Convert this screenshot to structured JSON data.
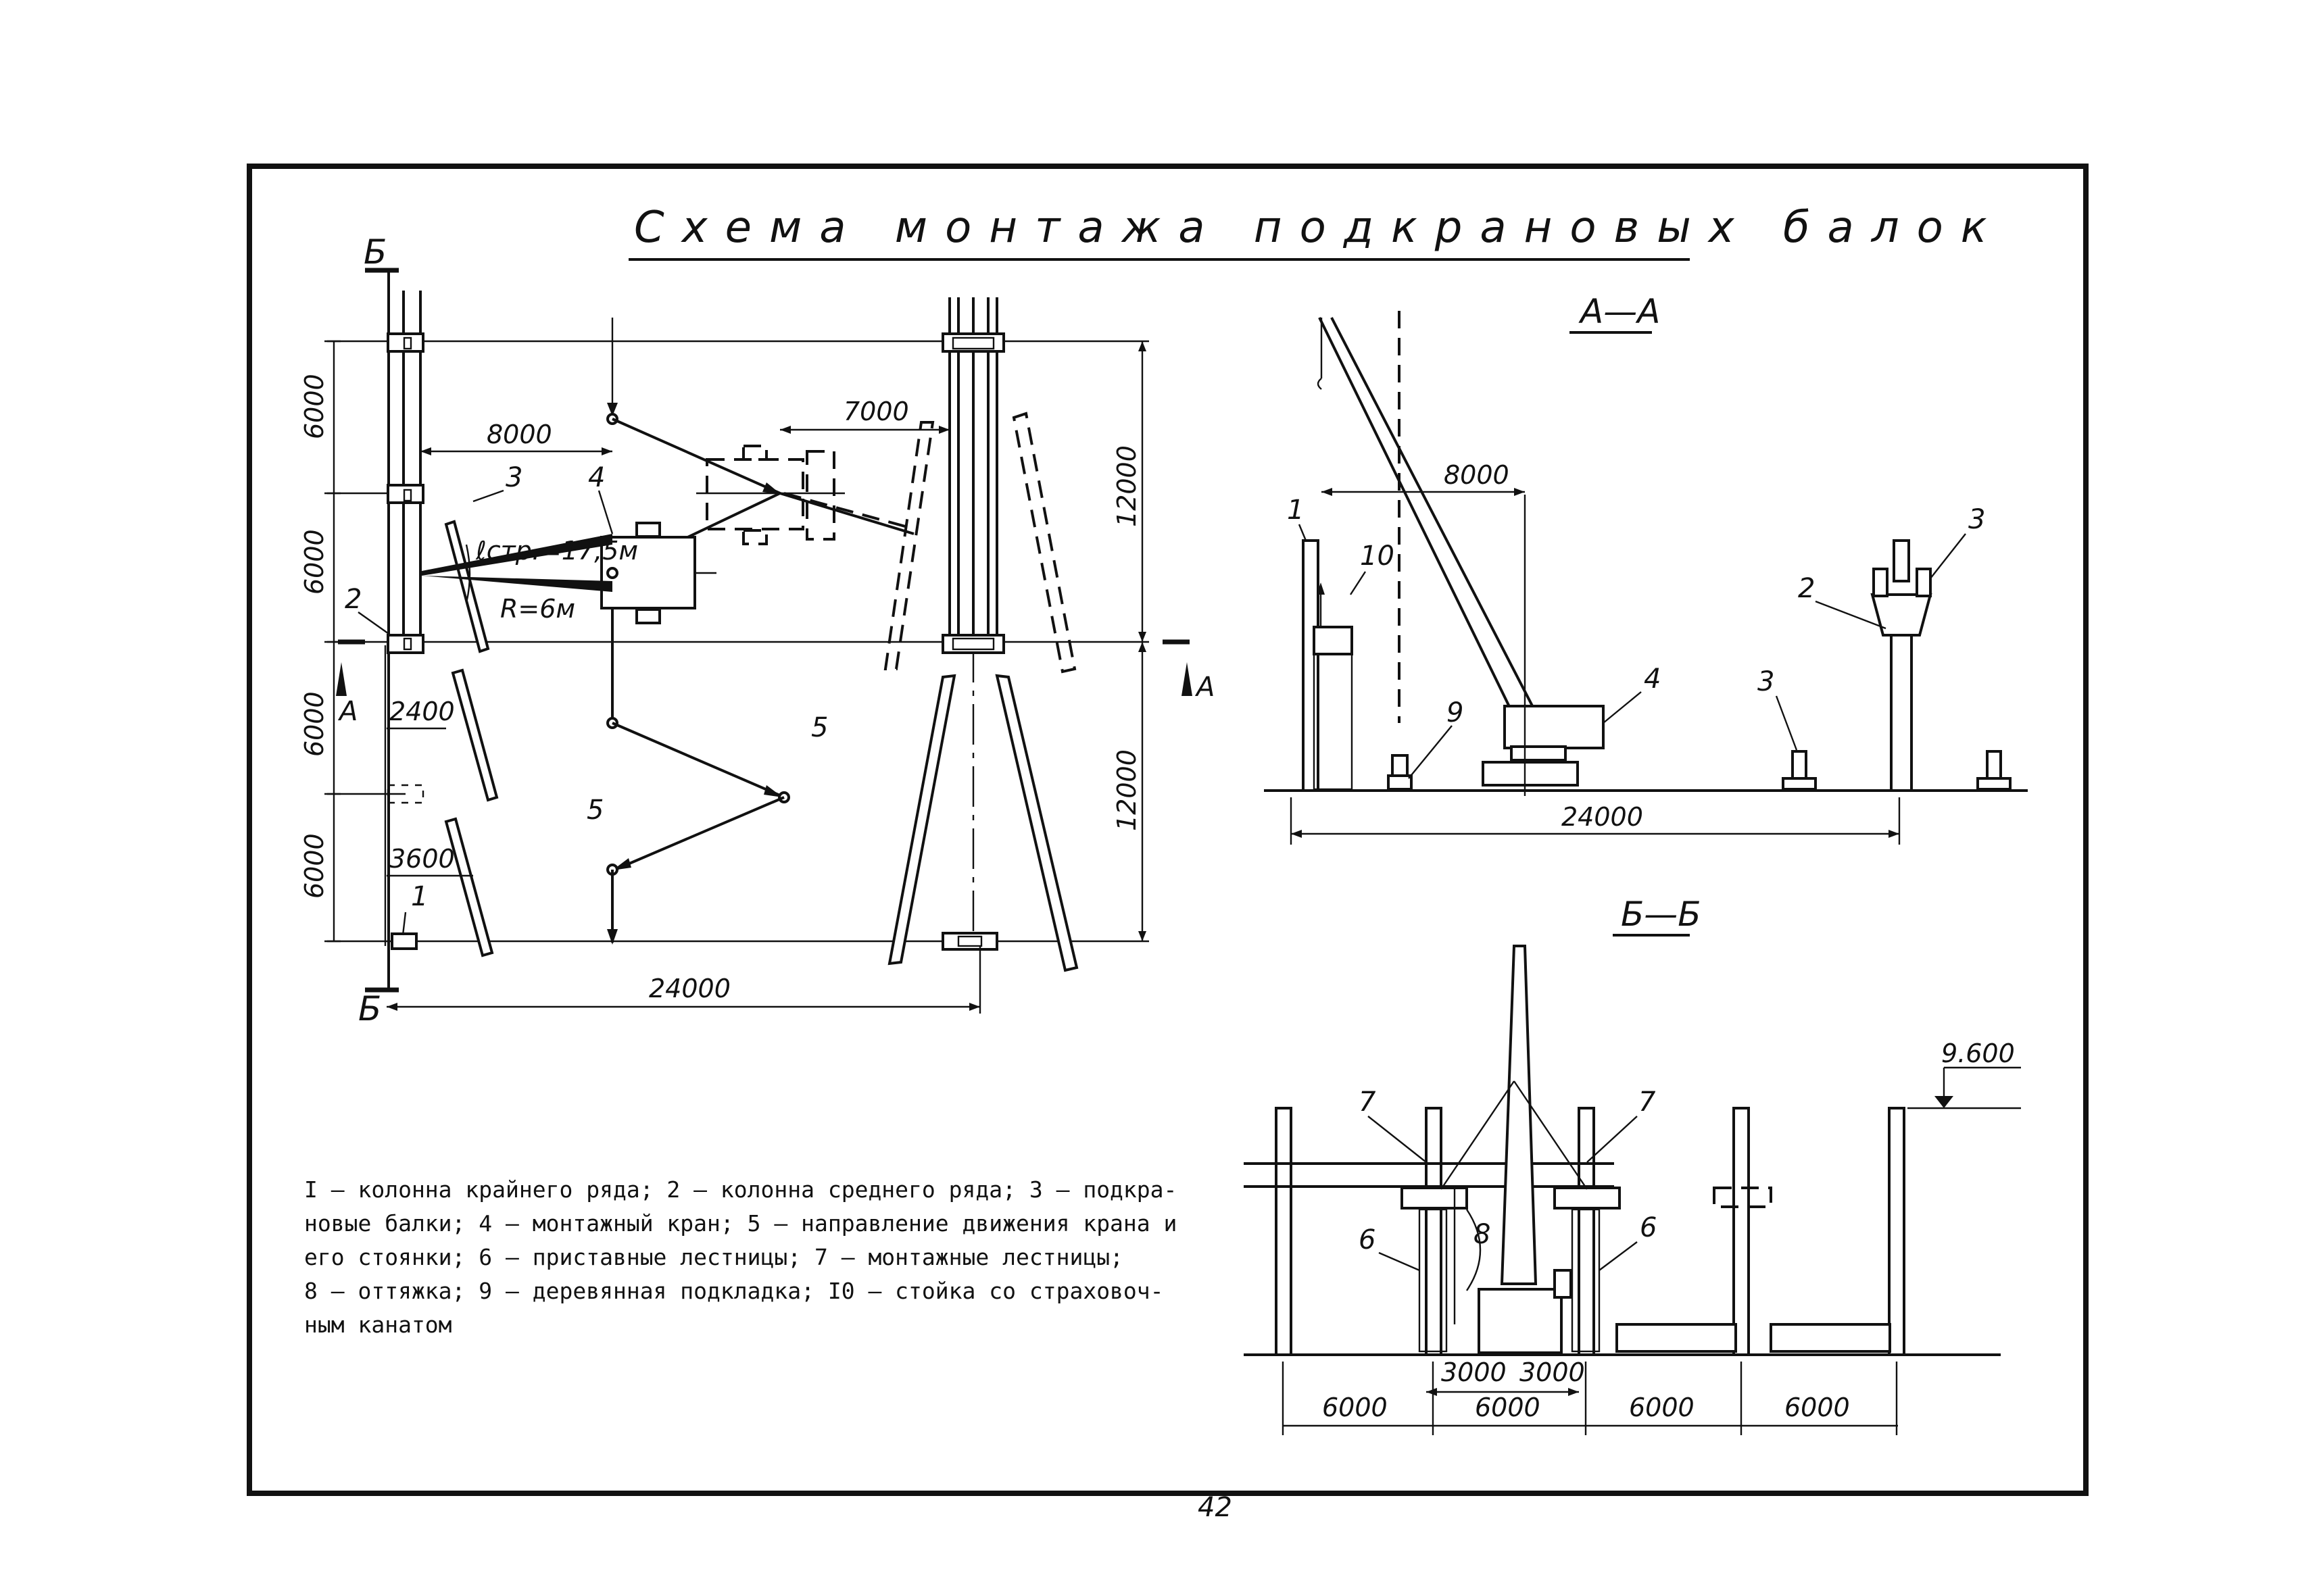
{
  "title": "Схема монтажа подкрановых балок",
  "plan": {
    "section_mark_b": "Б",
    "section_mark_a": "А",
    "dims": {
      "d8000": "8000",
      "d7000": "7000",
      "d6000_1": "6000",
      "d6000_2": "6000",
      "d6000_3": "6000",
      "d6000_4": "6000",
      "d12000_1": "12000",
      "d12000_2": "12000",
      "d2400": "2400",
      "d3600": "3600",
      "d24000": "24000"
    },
    "boom_length": "ℓстр.=17,5м",
    "radius": "R=6м",
    "labels": {
      "l1": "1",
      "l2": "2",
      "l3": "3",
      "l4": "4",
      "l5a": "5",
      "l5b": "5"
    }
  },
  "section_aa": {
    "title": "А—А",
    "dims": {
      "d8000": "8000",
      "d24000": "24000"
    },
    "labels": {
      "l1": "1",
      "l2": "2",
      "l3a": "3",
      "l3b": "3",
      "l4": "4",
      "l9": "9",
      "l10": "10"
    }
  },
  "section_bb": {
    "title": "Б—Б",
    "elevation": "9.600",
    "dims": {
      "d3000a": "3000",
      "d3000b": "3000",
      "d6000a": "6000",
      "d6000b": "6000",
      "d6000c": "6000",
      "d6000d": "6000"
    },
    "labels": {
      "l7a": "7",
      "l7b": "7",
      "l6a": "6",
      "l6b": "6",
      "l8": "8"
    }
  },
  "legend": "I – колонна крайнего ряда; 2 – колонна среднего ряда; 3 – подкра-\nновые балки; 4 – монтажный кран; 5 – направление движения крана и\nего стоянки; 6 – приставные лестницы; 7 – монтажные лестницы;\n8 – оттяжка; 9 – деревянная подкладка; I0 – стойка со страховоч-\nным канатом",
  "page_number": "42"
}
